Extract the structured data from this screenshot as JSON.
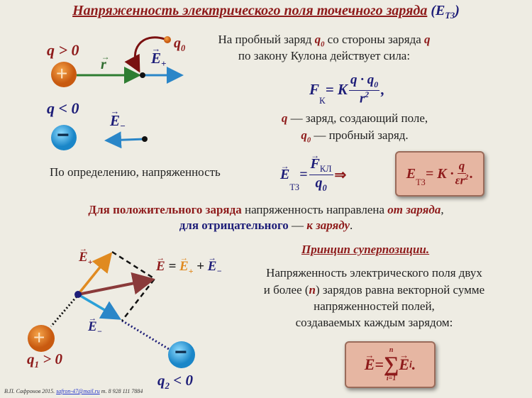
{
  "title": {
    "text": "Напряженность электрического поля точечного заряда",
    "symbol": "(E",
    "symbol_sub": "ТЗ",
    "close": ")"
  },
  "diagram1": {
    "q_pos": "q > 0",
    "q_neg": "q < 0",
    "r_label": "r",
    "e_plus": "E",
    "e_plus_sub": "+",
    "e_minus": "E",
    "e_minus_sub": "−",
    "q0": "q",
    "q0_sub": "0",
    "plus_sign": "+",
    "minus_sign": "−"
  },
  "coulomb": {
    "line1_a": "На пробный заряд ",
    "line1_q0": "q",
    "line1_q0_sub": "0",
    "line1_b": " со стороны заряда ",
    "line1_q": "q",
    "line2": "по закону Кулона действует сила:",
    "formula": {
      "lhs": "F",
      "lhs_sub": "К",
      "eq": " = K",
      "num": "q · q",
      "num_sub": "0",
      "den": "r",
      "den_sup": "2",
      "tail": ","
    },
    "def_q": "q",
    "def_q_text": " — заряд, создающий поле,",
    "def_q0": "q",
    "def_q0_sub": "0",
    "def_q0_text": " — пробный заряд."
  },
  "definition": {
    "text": "По определению, напряженность",
    "lhs": "E",
    "lhs_sub": "ТЗ",
    "eq": " = ",
    "num": "F",
    "num_sub": "КЛ",
    "den": "q",
    "den_sub": "0",
    "arrow": " ⇒",
    "result": {
      "lhs": "E",
      "lhs_sub": "ТЗ",
      "eq": " = K · ",
      "num": "q",
      "den": "εr",
      "den_sup": "2",
      "tail": "."
    }
  },
  "direction": {
    "l1_a": "Для положительного заряда",
    "l1_b": " напряженность направлена ",
    "l1_c": "от заряда",
    "l1_d": ",",
    "l2_a": "для отрицательного",
    "l2_b": " —  ",
    "l2_c": "к заряду",
    "l2_d": "."
  },
  "superposition": {
    "heading": "Принцип суперпозиции.",
    "p1": "Напряженность электрического поля двух",
    "p2_a": "и более (",
    "p2_n": "n",
    "p2_b": ") зарядов равна векторной сумме",
    "p3": "напряженностей полей,",
    "p4": "создаваемых каждым зарядом:",
    "formula": {
      "lhs": "E",
      "eq": " = ",
      "sum": "∑",
      "top": "n",
      "bottom": "i=1",
      "term": "E",
      "term_sub": "i",
      "tail": "."
    }
  },
  "diagram2": {
    "e_plus": "E",
    "e_plus_sub": "+",
    "e_minus": "E",
    "e_minus_sub": "−",
    "sum_e": "E",
    "sum_eq": " = ",
    "sum_plus": " + ",
    "q1": "q",
    "q1_sub": "1",
    "q1_rel": " > 0",
    "q2": "q",
    "q2_sub": "2",
    "q2_rel": " < 0",
    "plus_sign": "+",
    "minus_sign": "−"
  },
  "footer": {
    "author": "В.П. Сафронов 2015.",
    "email": "safron-47@mail.ru",
    "phone": "т. 8 928 111 7884"
  },
  "colors": {
    "background": "#eeece3",
    "red": "#8e1b1b",
    "navy": "#1d1d78",
    "box": "#e6b6a2",
    "orange": "#e07a1f",
    "blue": "#2a9fd8"
  }
}
